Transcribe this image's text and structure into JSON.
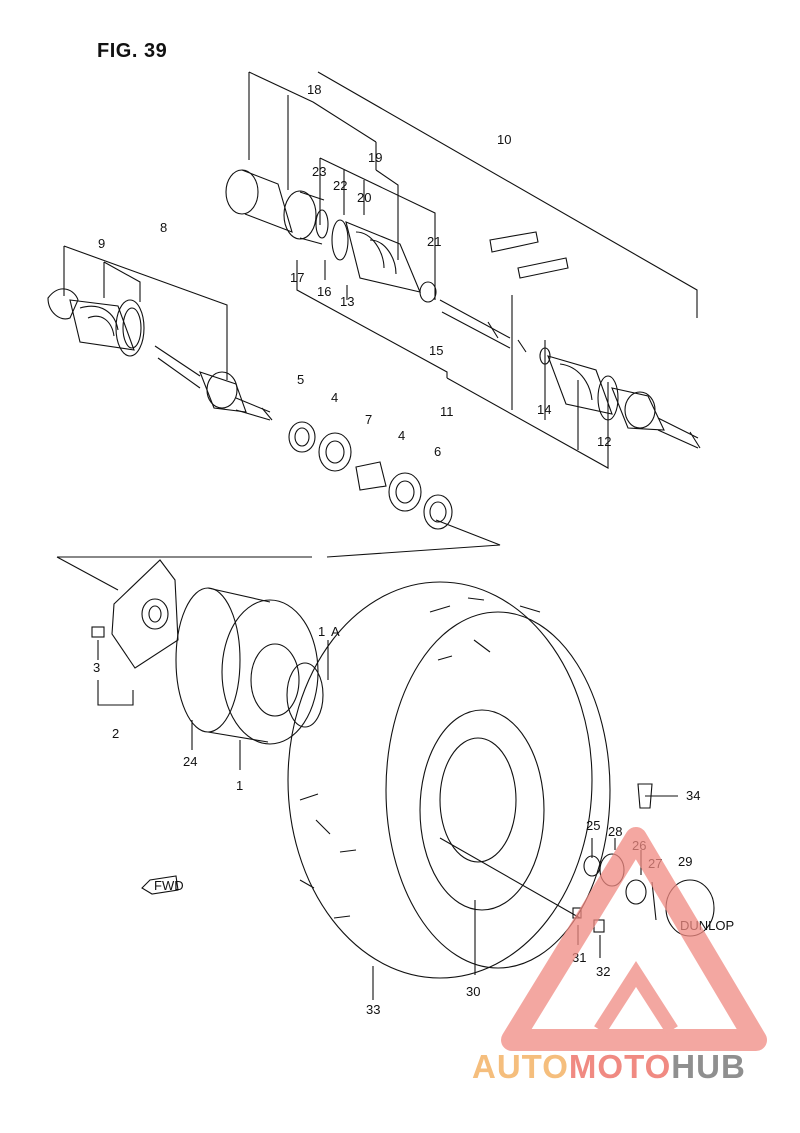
{
  "figure": {
    "title": "FIG. 39",
    "fwd_label": "FWD",
    "tire_brand": "DUNLOP"
  },
  "callouts": [
    "1",
    "A",
    "2",
    "3",
    "4",
    "5",
    "6",
    "7",
    "8",
    "9",
    "10",
    "11",
    "12",
    "13",
    "14",
    "15",
    "16",
    "17",
    "18",
    "19",
    "20",
    "21",
    "22",
    "23",
    "24",
    "25",
    "26",
    "27",
    "28",
    "29",
    "30",
    "31",
    "32",
    "33",
    "34"
  ],
  "watermark": {
    "part1": "AUTO",
    "part2": "MOTO",
    "part3": "HUB",
    "colors": {
      "light_orange": "#f5be7d",
      "salmon": "#f08a82",
      "grey": "#8f8f8f"
    }
  }
}
